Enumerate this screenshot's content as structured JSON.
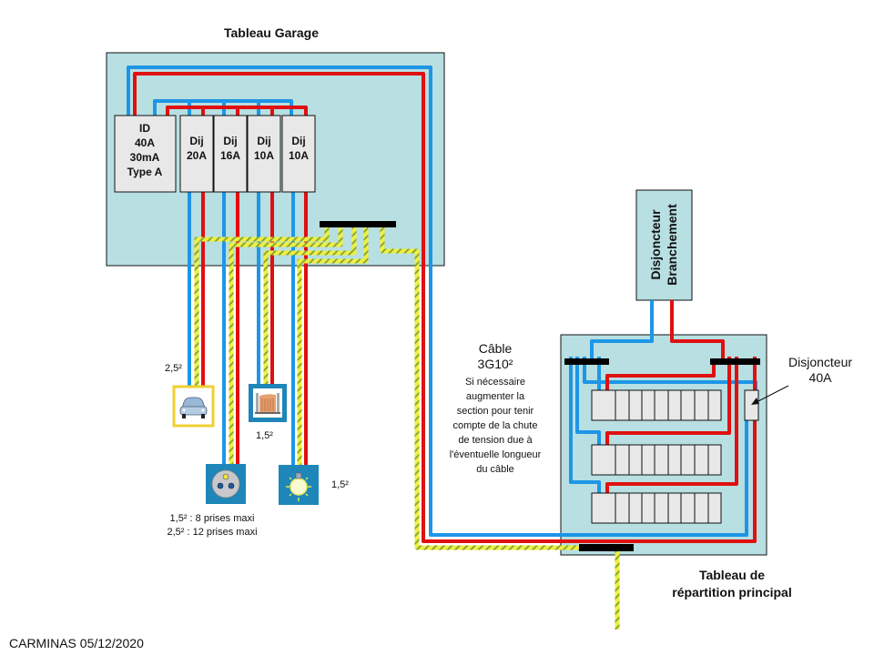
{
  "title_garage": "Tableau Garage",
  "garage_breakers": [
    {
      "lines": [
        "ID",
        "40A",
        "30mA",
        "Type A"
      ]
    },
    {
      "lines": [
        "Dij",
        "20A"
      ]
    },
    {
      "lines": [
        "Dij",
        "16A"
      ]
    },
    {
      "lines": [
        "Dij",
        "10A"
      ]
    },
    {
      "lines": [
        "Dij",
        "10A"
      ]
    }
  ],
  "branch_breaker": {
    "lines": [
      "Disjoncteur",
      "Branchement"
    ]
  },
  "cable_note": {
    "title_lines": [
      "Câble",
      "3G10²"
    ],
    "body_lines": [
      "Si nécessaire",
      "augmenter la",
      "section pour tenir",
      "compte de la chute",
      "de tension due à",
      "l'éventuelle  longueur",
      "du câble"
    ]
  },
  "breaker_40a_label": [
    "Disjoncteur",
    "40A"
  ],
  "main_panel_label": [
    "Tableau de",
    "répartition principal"
  ],
  "section_labels": {
    "car": "2,5²",
    "gate": "1,5²",
    "light": "1,5²"
  },
  "socket_note": [
    "1,5² : 8 prises maxi",
    "2,5² : 12 prises maxi"
  ],
  "footer": "CARMINAS 05/12/2020",
  "devices": {
    "car": "car-charger-icon",
    "gate": "gate-motor-icon",
    "socket": "power-socket-icon",
    "light": "light-bulb-icon"
  },
  "colors": {
    "phase": "#e01010",
    "neutral": "#1e96e6",
    "earth": "#f0f040",
    "earth_stripe": "#80a030",
    "panel": "#b8dfe2",
    "breaker": "#e8e8e8"
  }
}
